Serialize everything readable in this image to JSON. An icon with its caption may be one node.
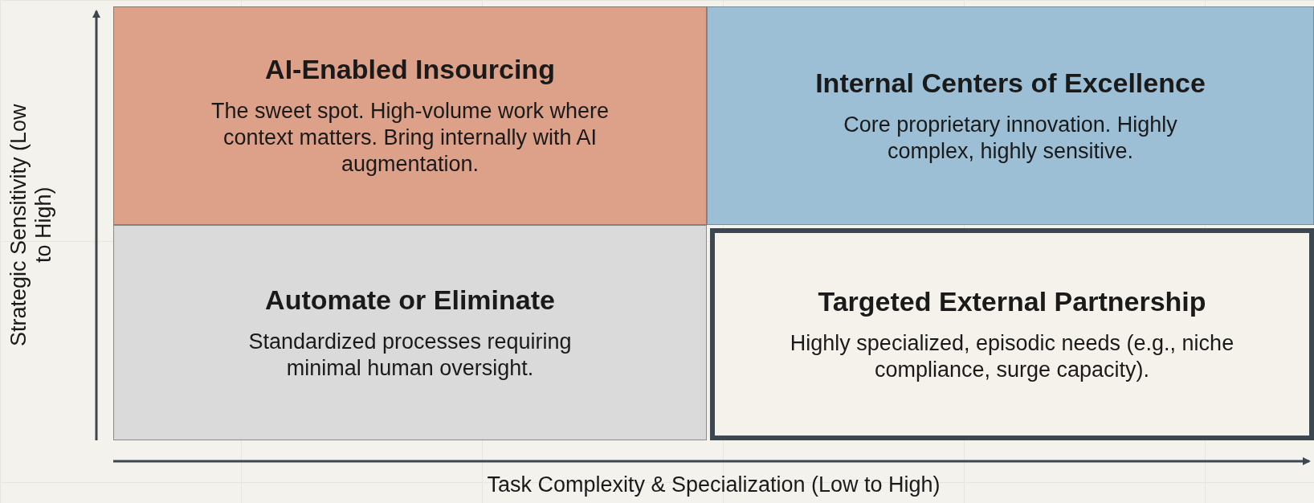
{
  "diagram": {
    "nodes": [
      {
        "text": [
          "AI-Enabled Insourcing",
          "The sweet spot. High-volume work where context matters. Bring internally with AI augmentation."
        ]
      },
      {
        "text": [
          "Internal Centers of Excellence",
          "Core proprietary innovation. Highly complex, highly sensitive."
        ]
      },
      {
        "text": [
          "Automate or Eliminate",
          "Standardized processes requiring minimal human oversight."
        ]
      },
      {
        "text": [
          "Targeted External Partnership",
          "Highly specialized, episodic needs (e.g., niche compliance, surge capacity)."
        ]
      }
    ],
    "labels": [
      "Strategic Sensitivity (Low to High)",
      "Task Complexity & Specialization (Low to High)"
    ]
  }
}
